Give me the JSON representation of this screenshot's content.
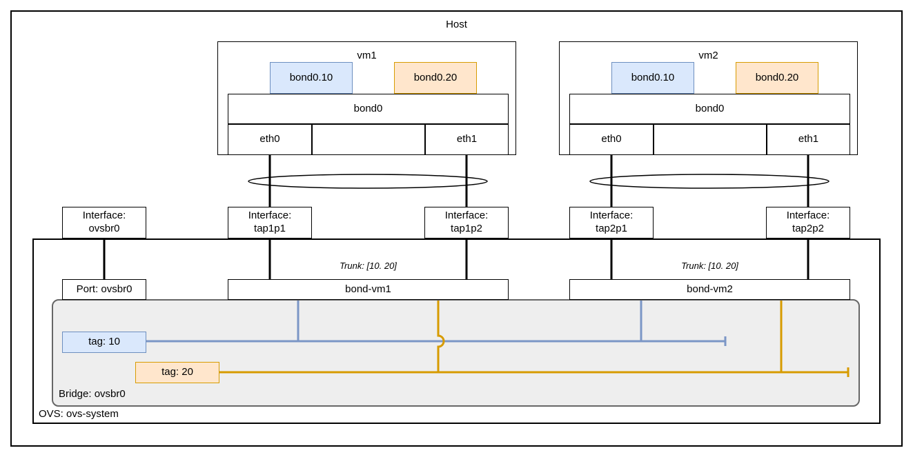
{
  "colors": {
    "blue_fill": "#dae8fc",
    "blue_border": "#6c8ebf",
    "orange_fill": "#ffe6cc",
    "orange_border": "#d79b00",
    "line_blue": "#7b96c6",
    "line_orange": "#d79b00",
    "bridge_fill": "#eeeeee",
    "bridge_border": "#666666"
  },
  "host": {
    "label": "Host"
  },
  "vms": [
    {
      "name": "vm1",
      "vlan10": "bond0.10",
      "vlan20": "bond0.20",
      "bond": "bond0",
      "eth0": "eth0",
      "eth1": "eth1",
      "trunk": "Trunk: [10. 20]",
      "ovs_bond": "bond-vm1"
    },
    {
      "name": "vm2",
      "vlan10": "bond0.10",
      "vlan20": "bond0.20",
      "bond": "bond0",
      "eth0": "eth0",
      "eth1": "eth1",
      "trunk": "Trunk: [10. 20]",
      "ovs_bond": "bond-vm2"
    }
  ],
  "interfaces": {
    "label": "Interface:",
    "items": [
      "ovsbr0",
      "tap1p1",
      "tap1p2",
      "tap2p1",
      "tap2p2"
    ]
  },
  "ovs": {
    "label": "OVS: ovs-system",
    "port": "Port: ovsbr0",
    "bridge": "Bridge: ovsbr0",
    "tags": [
      "tag: 10",
      "tag: 20"
    ]
  }
}
